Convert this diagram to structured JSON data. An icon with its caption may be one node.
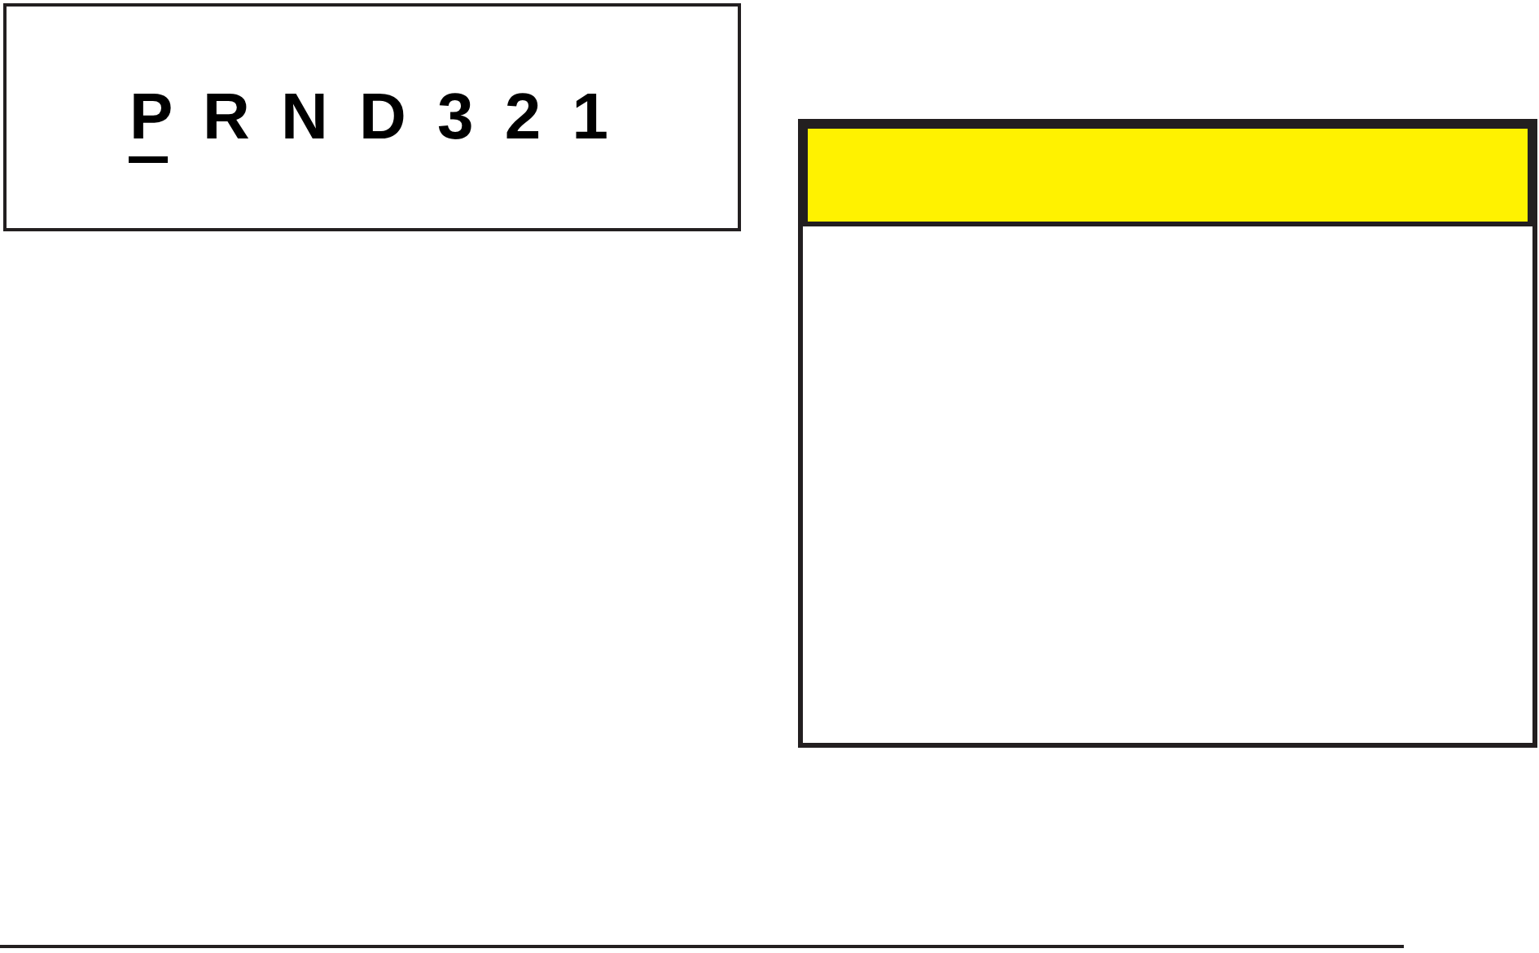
{
  "diagram": {
    "nodes": [
      {
        "text": [
          "P R N D 3 2 1"
        ]
      },
      {
        "text": [],
        "shape": "box"
      },
      {
        "text": [],
        "shape": "bar",
        "in": 1
      }
    ]
  }
}
